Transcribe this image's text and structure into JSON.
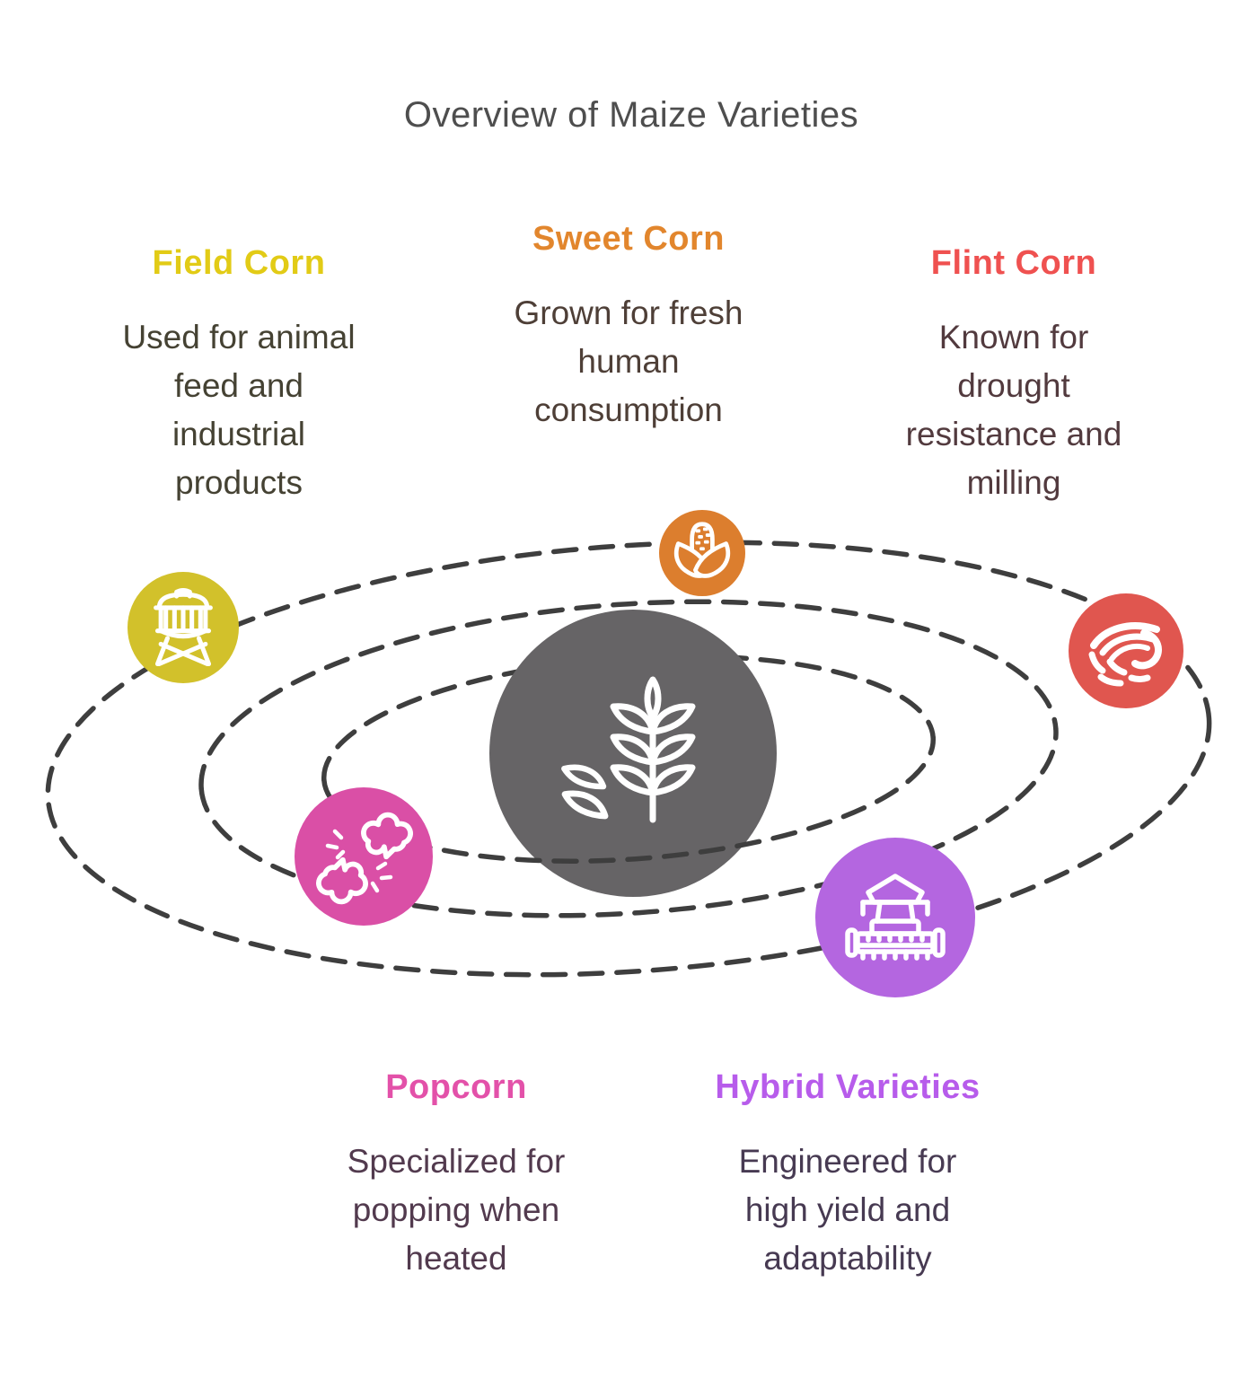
{
  "title": {
    "text": "Overview of Maize Varieties",
    "color": "#4e4e4e"
  },
  "orbit_color": "#3e3e3e",
  "center": {
    "icon": "maize-plant-icon",
    "circle_color": "#666466"
  },
  "varieties": [
    {
      "name": "Field Corn",
      "heading_color": "#e2cb16",
      "description": "Used for animal\nfeed and\nindustrial\nproducts",
      "text_color": "#454233",
      "circle_color": "#d2c12b",
      "icon": "water-tower-icon"
    },
    {
      "name": "Sweet Corn",
      "heading_color": "#e2862d",
      "description": "Grown for fresh\nhuman\nconsumption",
      "text_color": "#4e3f37",
      "circle_color": "#dc7e2e",
      "icon": "corn-cob-icon"
    },
    {
      "name": "Flint Corn",
      "heading_color": "#ef5150",
      "description": "Known for\ndrought\nresistance and\nmilling",
      "text_color": "#523a3e",
      "circle_color": "#e0564f",
      "icon": "grain-milling-icon"
    },
    {
      "name": "Popcorn",
      "heading_color": "#e351a9",
      "description": "Specialized for\npopping when\nheated",
      "text_color": "#523a4e",
      "circle_color": "#da4fa6",
      "icon": "popcorn-icon"
    },
    {
      "name": "Hybrid Varieties",
      "heading_color": "#b75ceb",
      "description": "Engineered for\nhigh yield and\nadaptability",
      "text_color": "#473a52",
      "circle_color": "#b466e0",
      "icon": "combine-harvester-icon"
    }
  ]
}
